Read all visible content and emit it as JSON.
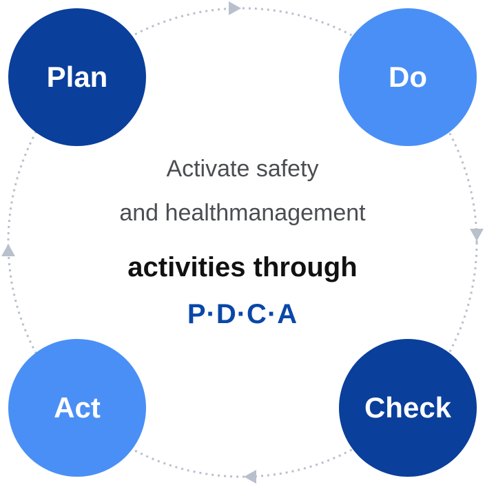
{
  "stages": {
    "plan": "Plan",
    "do": "Do",
    "check": "Check",
    "act": "Act"
  },
  "center_text": {
    "line1": "Activate safety",
    "line2": "and healthmanagement",
    "line3": "activities through",
    "line4": "P·D·C·A"
  },
  "colors": {
    "dark_blue": "#0a3f9b",
    "light_blue": "#4a8ff6",
    "cycle_line": "#b8c0cc"
  }
}
